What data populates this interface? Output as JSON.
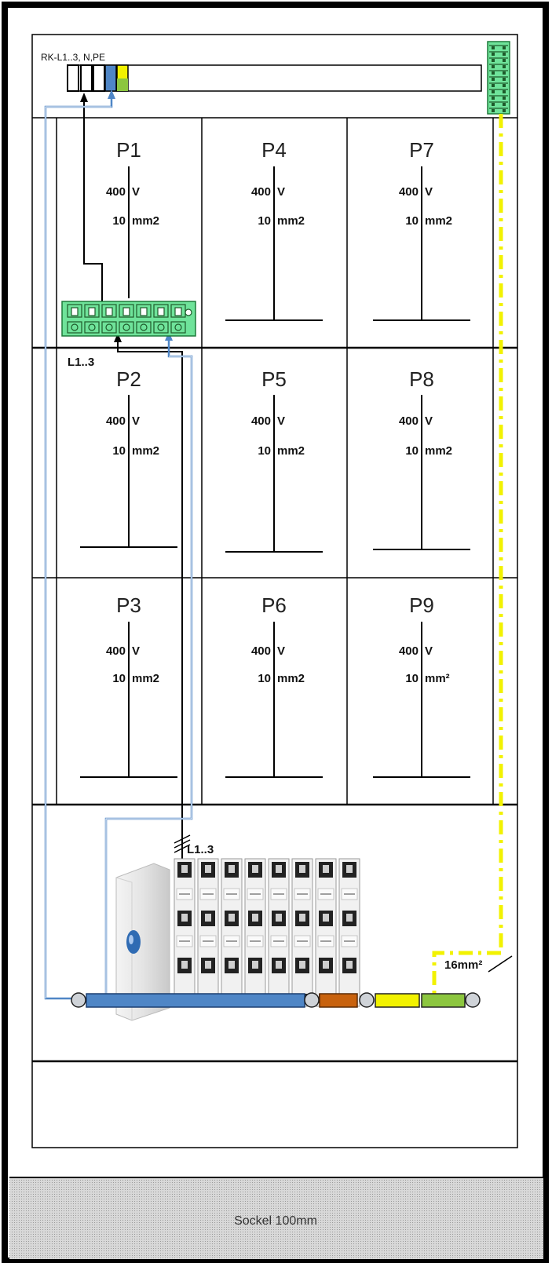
{
  "rail_label": "RK-L1..3, N,PE",
  "fields": [
    {
      "id": "P1",
      "voltage": "400",
      "voltage_unit": "V",
      "cross_section": "10",
      "cross_section_unit": "mm2"
    },
    {
      "id": "P2",
      "voltage": "400",
      "voltage_unit": "V",
      "cross_section": "10",
      "cross_section_unit": "mm2"
    },
    {
      "id": "P3",
      "voltage": "400",
      "voltage_unit": "V",
      "cross_section": "10",
      "cross_section_unit": "mm2"
    },
    {
      "id": "P4",
      "voltage": "400",
      "voltage_unit": "V",
      "cross_section": "10",
      "cross_section_unit": "mm2"
    },
    {
      "id": "P5",
      "voltage": "400",
      "voltage_unit": "V",
      "cross_section": "10",
      "cross_section_unit": "mm2"
    },
    {
      "id": "P6",
      "voltage": "400",
      "voltage_unit": "V",
      "cross_section": "10",
      "cross_section_unit": "mm2"
    },
    {
      "id": "P7",
      "voltage": "400",
      "voltage_unit": "V",
      "cross_section": "10",
      "cross_section_unit": "mm2"
    },
    {
      "id": "P8",
      "voltage": "400",
      "voltage_unit": "V",
      "cross_section": "10",
      "cross_section_unit": "mm2"
    },
    {
      "id": "P9",
      "voltage": "400",
      "voltage_unit": "V",
      "cross_section": "10",
      "cross_section_unit": "mm²"
    }
  ],
  "terminal_label": "L1..3",
  "feed_label": "L1..3",
  "pe_cross_section": "16mm²",
  "base_label": "Sockel 100mm",
  "colors": {
    "neutral_blue": "#4f86c6",
    "pe_yellow": "#f2f200",
    "pe_green": "#8cc63f",
    "terminal_green": "#6fe39a",
    "bus_orange": "#c8620e",
    "frame": "#000000",
    "base_fill": "#cfcfcf"
  },
  "icons": {
    "main_switch": "main-switch-icon",
    "breakers": "circuit-breaker-icon",
    "terminal_block": "terminal-block-icon"
  }
}
